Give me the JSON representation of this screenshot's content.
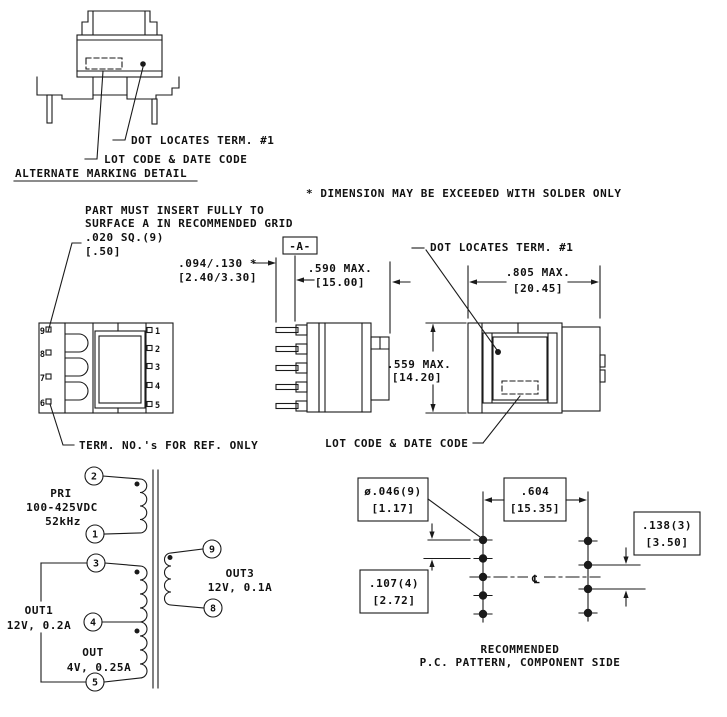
{
  "alternate_marking": {
    "title": "ALTERNATE MARKING DETAIL",
    "dot_label": "DOT LOCATES TERM. #1",
    "lot_label": "LOT CODE & DATE CODE"
  },
  "notes": {
    "solder": "* DIMENSION MAY BE EXCEEDED WITH SOLDER ONLY",
    "insert1": "PART MUST INSERT FULLY TO",
    "insert2": "SURFACE A IN RECOMMENDED GRID"
  },
  "bottom_view": {
    "pin_dim": ".020 SQ.(9)",
    "pin_dim_mm": "[.50]",
    "term_note": "TERM. NO.'s FOR REF. ONLY",
    "left_pins": [
      "9",
      "8",
      "7",
      "6"
    ],
    "right_pins": [
      "1",
      "2",
      "3",
      "4",
      "5"
    ]
  },
  "side_view": {
    "datum": "-A-",
    "standoff": ".094/.130 *",
    "standoff_mm": "[2.40/3.30]",
    "width": ".590 MAX.",
    "width_mm": "[15.00]"
  },
  "top_view": {
    "dot_label": "DOT LOCATES TERM. #1",
    "lot_label": "LOT CODE & DATE CODE",
    "width": ".805 MAX.",
    "width_mm": "[20.45]",
    "height": ".559 MAX.",
    "height_mm": "[14.20]"
  },
  "schematic": {
    "pri1": "PRI",
    "pri2": "100-425VDC",
    "pri3": "52kHz",
    "out1a": "OUT1",
    "out1b": "12V, 0.2A",
    "outa": "OUT",
    "outb": "4V, 0.25A",
    "out3a": "OUT3",
    "out3b": "12V, 0.1A",
    "t1": "1",
    "t2": "2",
    "t3": "3",
    "t4": "4",
    "t5": "5",
    "t8": "8",
    "t9": "9"
  },
  "pc_pattern": {
    "hole": "ø.046(9)",
    "hole_mm": "[1.17]",
    "pitch_x": ".604",
    "pitch_x_mm": "[15.35]",
    "pitch_right": ".138(3)",
    "pitch_right_mm": "[3.50]",
    "pitch_left": ".107(4)",
    "pitch_left_mm": "[2.72]",
    "centerline": "℄",
    "caption1": "RECOMMENDED",
    "caption2": "P.C. PATTERN, COMPONENT SIDE"
  }
}
